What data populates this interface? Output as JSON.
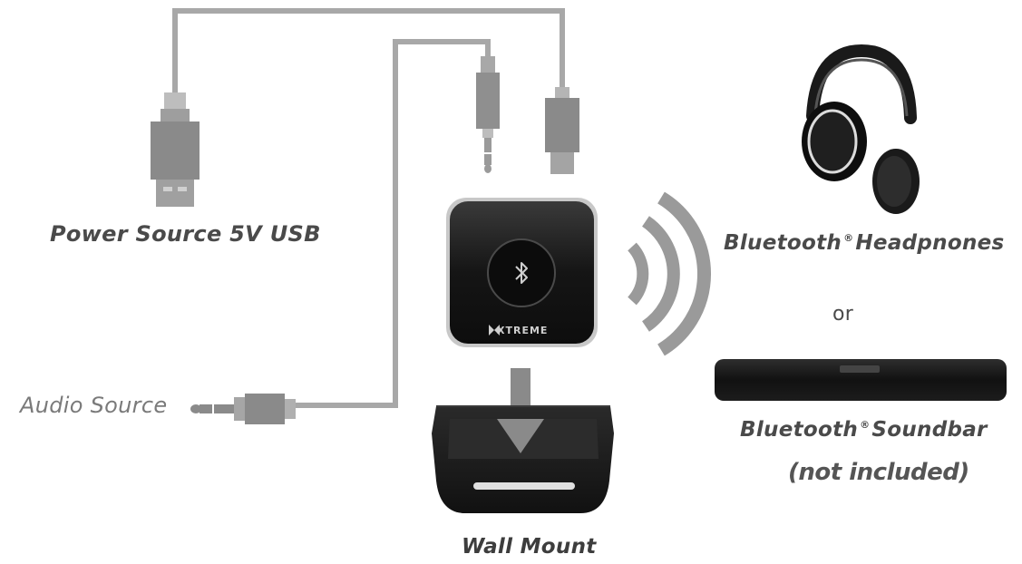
{
  "labels": {
    "power_source": "Power Source 5V USB",
    "audio_source": "Audio Source",
    "headphones": "Bluetooth",
    "headphones_suffix": "Headpnones",
    "or": "or",
    "soundbar": "Bluetooth",
    "soundbar_suffix": "Soundbar",
    "not_included": "(not included)",
    "wall_mount": "Wall Mount",
    "registered_mark": "®"
  },
  "device": {
    "brand": "XTREME",
    "button_icon": "bluetooth-icon"
  },
  "icons": {
    "usb_plug": "usb-a-plug-icon",
    "micro_usb_plug": "micro-usb-plug-icon",
    "aux_plug": "3.5mm-aux-plug-icon",
    "wireless_waves": "wireless-signal-icon",
    "headphones": "headphones-icon",
    "soundbar": "soundbar-icon",
    "wall_mount": "wall-mount-cradle-icon",
    "arrow": "down-arrow-icon"
  },
  "colors": {
    "cable": "#a8a8a8",
    "text": "#4a4a4a",
    "device_body": "#1e1e1e",
    "waves": "#9a9a9a"
  }
}
